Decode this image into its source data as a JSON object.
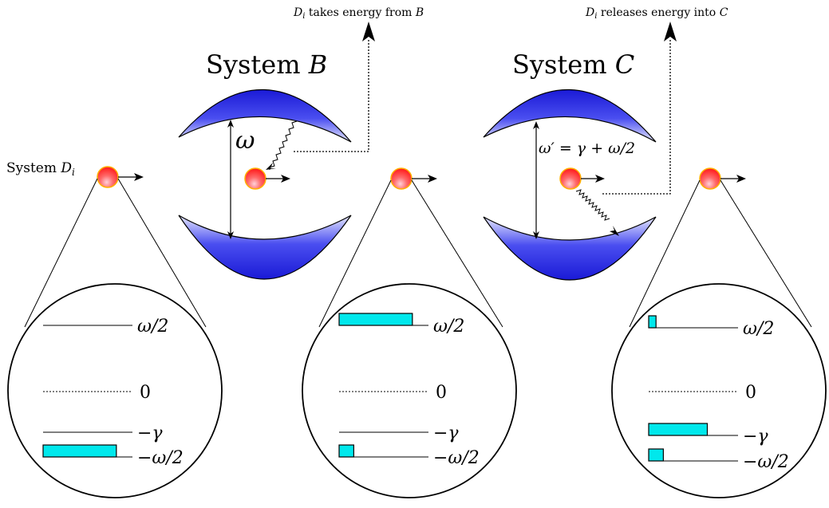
{
  "annotations": {
    "b_takes": {
      "prefix": "D",
      "sub": "i",
      "text": " takes energy from ",
      "target": "B"
    },
    "c_releases": {
      "prefix": "D",
      "sub": "i",
      "text": " releases energy into ",
      "target": "C"
    }
  },
  "systems": {
    "b": {
      "label": "System ",
      "var": "B",
      "gap_label": "ω"
    },
    "c": {
      "label": "System ",
      "var": "C",
      "gap_label": "ω′ = γ + ω/2"
    },
    "d": {
      "label": "System ",
      "var": "D",
      "sub": "i"
    }
  },
  "levels": {
    "top": "ω/2",
    "zero": "0",
    "gamma": "−γ",
    "bottom": "−ω/2"
  },
  "occupations": {
    "initial": {
      "top": 0,
      "gamma": 0,
      "bottom": 1.0
    },
    "after_b": {
      "top": 1.0,
      "gamma": 0,
      "bottom": 0.2
    },
    "after_c": {
      "top": 0.1,
      "gamma": 0.8,
      "bottom": 0.2
    }
  },
  "colors": {
    "mirror_dark": "#1a1ad6",
    "mirror_light": "#e6e8ff",
    "particle_core": "#ff3b3b",
    "particle_edge": "#ffb000",
    "bar_fill": "#00e8ec",
    "ink": "#000000"
  }
}
